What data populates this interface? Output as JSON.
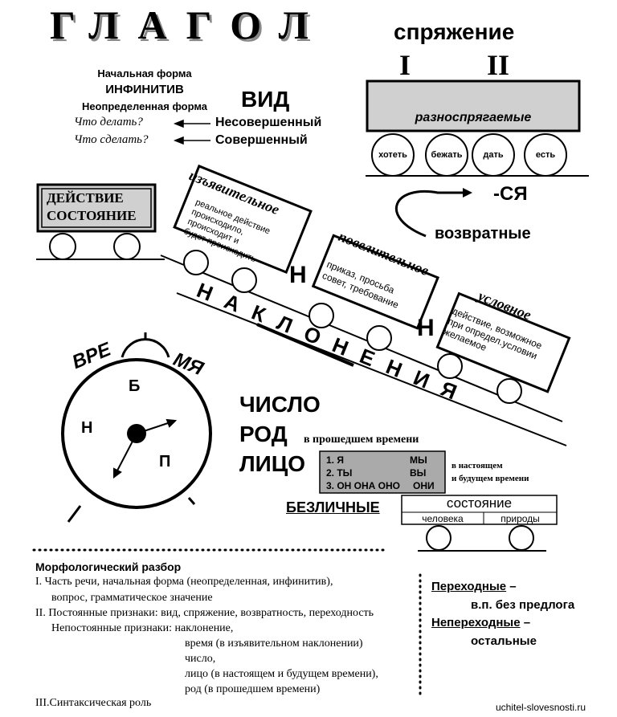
{
  "title": "ГЛАГОЛ",
  "inf": {
    "l1": "Начальная форма",
    "l2": "ИНФИНИТИВ",
    "l3": "Неопределенная форма",
    "q1": "Что делать?",
    "q2": "Что сделать?"
  },
  "vid": {
    "title": "ВИД",
    "nesov": "Несовершенный",
    "sov": "Совершенный"
  },
  "conj": {
    "title": "спряжение",
    "one": "I",
    "two": "II",
    "box": "разноспрягаемые",
    "wheels": [
      "хотеть",
      "бежать",
      "дать",
      "есть"
    ]
  },
  "action": {
    "l1": "ДЕЙСТВИЕ",
    "l2": "СОСТОЯНИЕ"
  },
  "reflexive": {
    "suffix": "-СЯ",
    "label": "возвратные"
  },
  "moods": {
    "indicative": {
      "name": "изъявительное",
      "lines": [
        "реальное действие",
        "происходило,",
        "происходит и",
        "будет происходить"
      ]
    },
    "imperative": {
      "name": "повелительное",
      "lines": [
        "приказ, просьба",
        "совет, требование"
      ]
    },
    "conditional": {
      "name": "условное",
      "lines": [
        "действие, возможное",
        "при определ.условии",
        "желаемое"
      ]
    },
    "coupler": "Н",
    "rail": "НАКЛОНЕНИЯ"
  },
  "time": {
    "left": "ВРЕ",
    "right": "МЯ",
    "b": "Б",
    "n": "Н",
    "p": "П"
  },
  "gram": {
    "number": "ЧИСЛО",
    "gender": "РОД",
    "gender_note": "в прошедшем времени",
    "person": "ЛИЦО",
    "person_rows": [
      [
        "1. Я",
        "МЫ"
      ],
      [
        "2. ТЫ",
        "ВЫ"
      ],
      [
        "3. ОН ОНА ОНО",
        "ОНИ"
      ]
    ],
    "person_note1": "в настоящем",
    "person_note2": "и будущем времени"
  },
  "impersonal": {
    "label": "БЕЗЛИЧНЫЕ",
    "state": "состояние",
    "human": "человека",
    "nature": "природы"
  },
  "morph": {
    "title": "Морфологический разбор",
    "lines": [
      "I.  Часть речи, начальная форма (неопределенная, инфинитив),",
      "вопрос, грамматическое значение",
      "II. Постоянные признаки: вид, спряжение, возвратность, переходность",
      "Непостоянные признаки: наклонение,",
      "время (в изъявительном наклонении)",
      "число,",
      "лицо (в настоящем и будущем времени),",
      "род (в прошедшем времени)",
      "III.Синтаксическая роль"
    ]
  },
  "transit": {
    "t1": "Переходные",
    "t1b": " –",
    "t2": "в.п. без предлога",
    "t3": "Непереходные",
    "t3b": " –",
    "t4": "остальные"
  },
  "watermark": "uchitel-slovesnosti.ru"
}
